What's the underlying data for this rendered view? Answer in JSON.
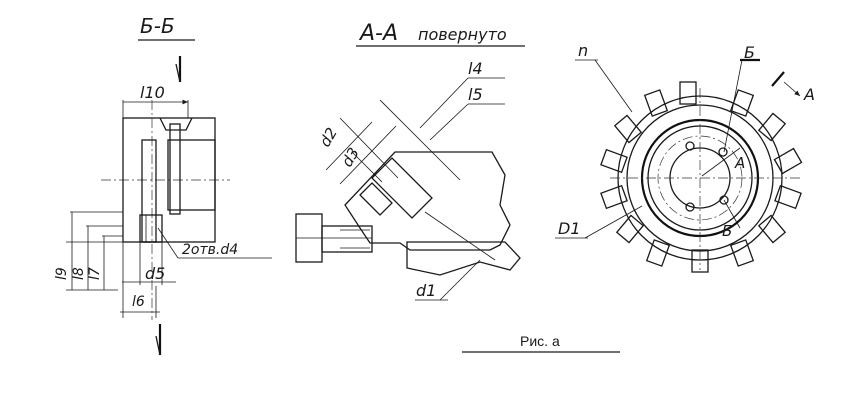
{
  "labels": {
    "section_b": "Б-Б",
    "section_a": "А-А",
    "section_a_note": "повернуто",
    "l10": "l10",
    "l9": "l9",
    "l8": "l8",
    "l7": "l7",
    "l6": "l6",
    "d5_left": "d5",
    "holes_note": "2отв.d4",
    "l4": "l4",
    "l5": "l5",
    "d2": "d2",
    "d3": "d3",
    "d1_mid": "d1",
    "n": "n",
    "b_top": "Б",
    "a_right": "А",
    "a_inner": "А",
    "b_bottom": "Б",
    "D1": "D1"
  },
  "caption": "Рис. а"
}
